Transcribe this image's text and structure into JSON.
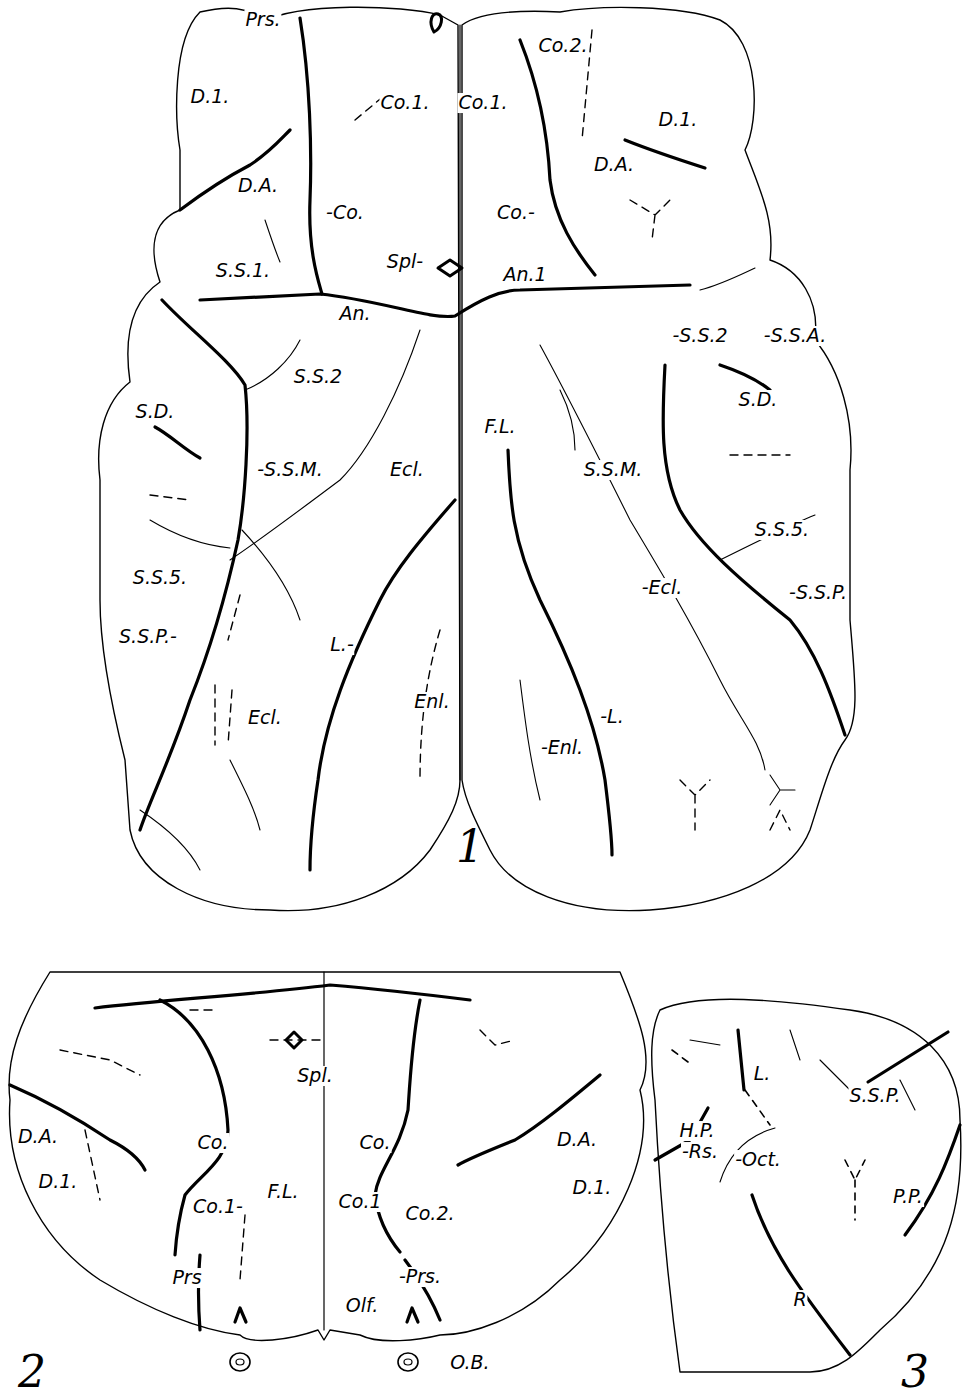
{
  "diagram": {
    "labels": [
      "Prs.",
      "D.1.",
      "Co.1.",
      "Co.1.",
      "Co.2.",
      "D.1.",
      "D.A.",
      "-Co.",
      "Co.-",
      "D.A.",
      "S.S.1.",
      "Spl-",
      "An.1",
      "An.",
      "-S.S.2",
      "-S.S.A.",
      "S.S.2",
      "S.D.",
      "S.D.",
      "F.L.",
      "-S.S.M.",
      "Ecl.",
      "S.S.M.",
      "S.S.5.",
      "S.S.5.",
      "-Ecl.",
      "S.S.P.-",
      "L.-",
      "-S.S.P.",
      "Enl.",
      "-L.",
      "-Enl.",
      "Ecl.",
      "1",
      "Spl.",
      "Co.",
      "Co.",
      "D.A.",
      "D.A.",
      "D.1.",
      "D.1.",
      "F.L.",
      "Co.1-",
      "Co.1",
      "Co.2.",
      "Prs",
      "-Prs.",
      "Olf.",
      "O.B.",
      "2",
      "L.",
      "S.S.P.",
      "H.P.",
      "-Rs.",
      "-Oct.",
      "P.P.",
      "R",
      "3"
    ]
  }
}
